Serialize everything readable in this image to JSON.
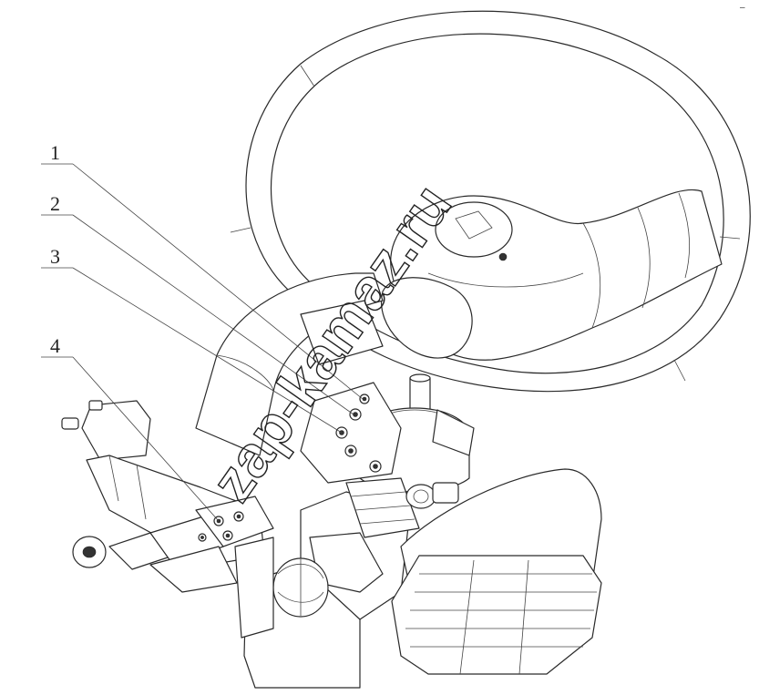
{
  "callouts": [
    {
      "label": "1"
    },
    {
      "label": "2"
    },
    {
      "label": "3"
    },
    {
      "label": "4"
    }
  ],
  "watermark": "zap-kamaz.ru",
  "corner_mark": "–"
}
